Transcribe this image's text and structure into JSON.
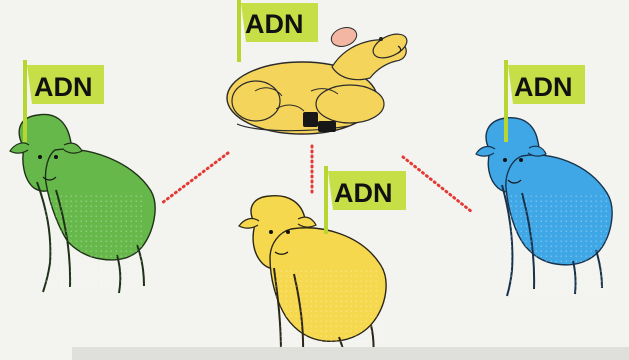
{
  "flags": [
    {
      "label": "ADN"
    },
    {
      "label": "ADN"
    },
    {
      "label": "ADN"
    },
    {
      "label": "ADN"
    }
  ],
  "colors": {
    "background": "#f3f3ef",
    "flag": "#c7df46",
    "pole": "#b8d632",
    "connector": "#e53935",
    "lamb": "#f4d45b",
    "green_sheep": "#67b84b",
    "yellow_sheep": "#f6d84e",
    "blue_sheep": "#40a7e6",
    "bottom_bar": "#dfdfdb"
  },
  "icons": {
    "top": "lying-lamb-icon",
    "left": "green-sheep-icon",
    "center": "yellow-sheep-icon",
    "right": "blue-sheep-icon"
  }
}
